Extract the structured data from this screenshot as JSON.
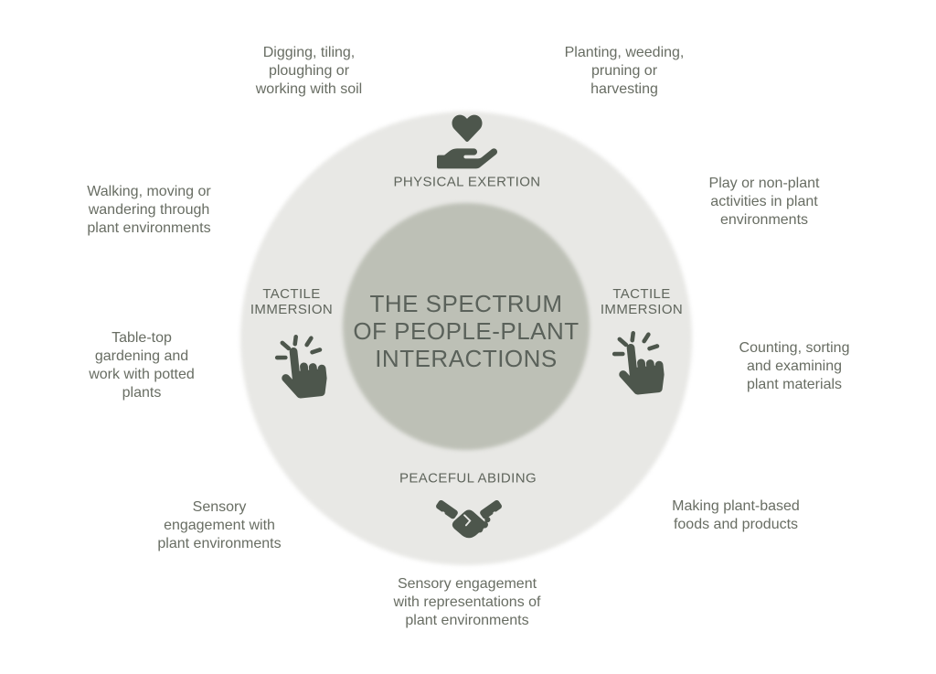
{
  "colors": {
    "background": "#ffffff",
    "outer-circle": "#e8e8e5",
    "inner-circle": "#bdc0b6",
    "title-text": "#5a615a",
    "ring-label-text": "#5f655c",
    "outer-label-text": "#686d63",
    "icon": "#4d564c"
  },
  "diagram": {
    "title": "THE SPECTRUM\nOF PEOPLE-PLANT\nINTERACTIONS",
    "ring_labels": {
      "top": "PHYSICAL EXERTION",
      "left": "TACTILE\nIMMERSION",
      "right": "TACTILE\nIMMERSION",
      "bottom": "PEACEFUL ABIDING"
    },
    "ring_icons": {
      "top": "hand-holding-heart-icon",
      "left": "finger-click-icon",
      "right": "finger-click-icon",
      "bottom": "handshake-icon"
    },
    "outer_labels": {
      "top_left": "Digging, tiling,\nploughing or\nworking with soil",
      "top_right": "Planting, weeding,\npruning or\nharvesting",
      "upper_left": "Walking, moving or\nwandering through\nplant environments",
      "upper_right": "Play or non-plant\nactivities in plant\nenvironments",
      "mid_left": "Table-top\ngardening and\nwork with potted\nplants",
      "mid_right": "Counting, sorting\nand examining\nplant materials",
      "lower_left": "Sensory\nengagement with\nplant environments",
      "lower_right": "Making plant-based\nfoods and products",
      "bottom_center": "Sensory engagement\nwith representations of\nplant environments"
    }
  }
}
